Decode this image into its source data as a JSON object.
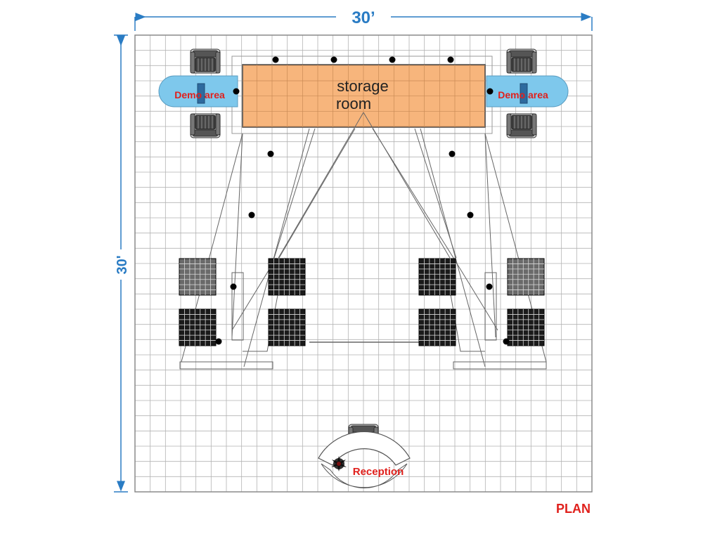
{
  "dimensions": {
    "width_label": "30’",
    "depth_label": "30'"
  },
  "labels": {
    "storage_line1": "storage",
    "storage_line2": "room",
    "demo_left": "Demo area",
    "demo_right": "Demo area",
    "reception": "Reception",
    "plan_title": "PLAN"
  },
  "colors": {
    "grid": "#b3b3b3",
    "dimension": "#2a7cc4",
    "label_red": "#e0201c",
    "storage_fill": "#f7b57c",
    "demo_fill": "#7ec8ec"
  },
  "icons": [
    "chair-icon",
    "display-monitor-icon",
    "shelving-unit-icon",
    "plant-icon",
    "light-fixture-icon"
  ]
}
